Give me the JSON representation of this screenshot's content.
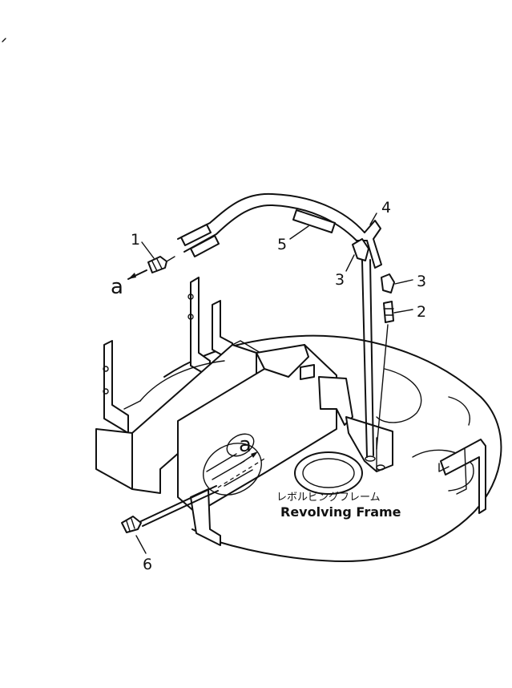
{
  "callouts": {
    "c1": "1",
    "c2": "2",
    "c3a": "3",
    "c3b": "3",
    "c4": "4",
    "c5": "5",
    "c6": "6"
  },
  "view_markers": {
    "a_left": "a",
    "a_center": "a"
  },
  "frame_label": {
    "japanese": "レボルビングフレーム",
    "english": "Revolving Frame"
  }
}
